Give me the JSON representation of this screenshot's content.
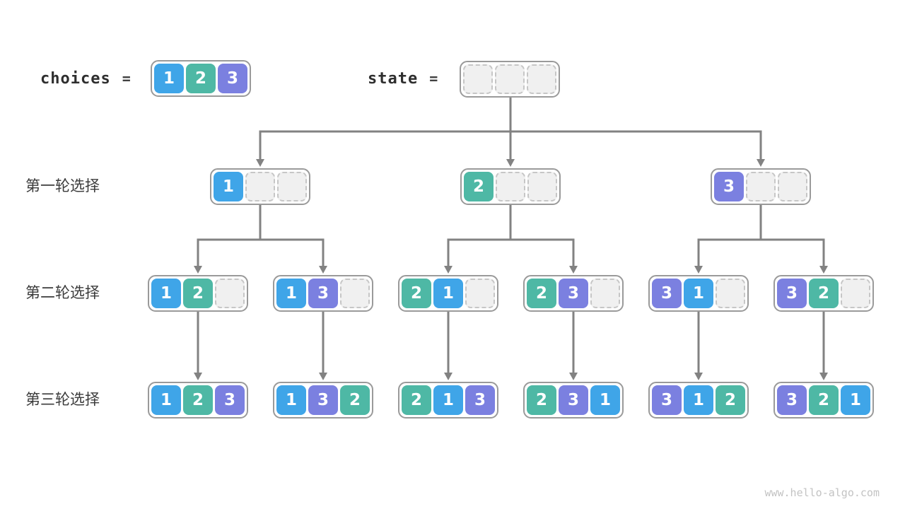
{
  "palette": {
    "1": "#3fa5e8",
    "2": "#4eb8a5",
    "3": "#7b80e0",
    "empty_bg": "#f0f0f0",
    "empty_border": "#c6c6c6",
    "box_border": "#9a9a9a",
    "connector": "#828282"
  },
  "header": {
    "choices_label": "choices",
    "equals": "=",
    "choices_values": [
      1,
      2,
      3
    ],
    "state_label": "state",
    "state_values": [
      null,
      null,
      null
    ]
  },
  "rows": [
    {
      "label": "第一轮选择",
      "nodes": [
        [
          1,
          null,
          null
        ],
        [
          2,
          null,
          null
        ],
        [
          3,
          null,
          null
        ]
      ]
    },
    {
      "label": "第二轮选择",
      "nodes": [
        [
          1,
          2,
          null
        ],
        [
          1,
          3,
          null
        ],
        [
          2,
          1,
          null
        ],
        [
          2,
          3,
          null
        ],
        [
          3,
          1,
          null
        ],
        [
          3,
          2,
          null
        ]
      ]
    },
    {
      "label": "第三轮选择",
      "nodes": [
        [
          1,
          2,
          3
        ],
        [
          1,
          3,
          2
        ],
        [
          2,
          1,
          3
        ],
        [
          2,
          3,
          1
        ],
        [
          3,
          1,
          2
        ],
        [
          3,
          2,
          1
        ]
      ]
    }
  ],
  "watermark": "www.hello-algo.com"
}
